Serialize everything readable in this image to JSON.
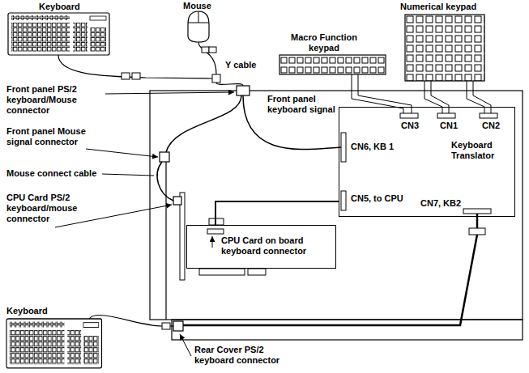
{
  "diagram": {
    "nodes": [
      {
        "text": [
          "CN3",
          "CN1",
          "CN2",
          "CN6, KB 1",
          "Keyboard Translator",
          "CN5, to CPU",
          "CN7, KB2"
        ]
      },
      {
        "text": [
          "CPU Card on board keyboard connector"
        ]
      }
    ],
    "edges": [
      {
        "from": 0,
        "to": 1,
        "arrow": "none"
      }
    ],
    "labels": [
      "Keyboard",
      "Mouse",
      "Numerical keypad",
      "Macro Function keypad",
      "Front panel PS/2 keyboard/Mouse connector",
      "Y cable",
      "Front panel keyboard signal",
      "Front panel Mouse signal connector",
      "Mouse connect cable",
      "CPU Card PS/2 keyboard/mouse connector",
      "Keyboard",
      "Rear Cover PS/2 keyboard connector"
    ]
  }
}
